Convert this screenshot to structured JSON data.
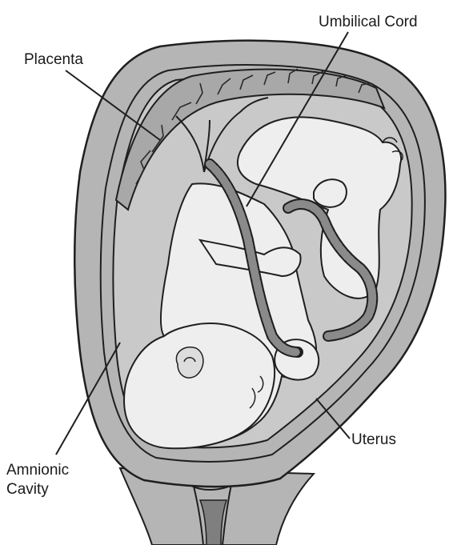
{
  "labels": {
    "umbilical_cord": "Umbilical Cord",
    "placenta": "Placenta",
    "uterus": "Uterus",
    "amnionic_cavity_line1": "Amnionic",
    "amnionic_cavity_line2": "Cavity"
  },
  "colors": {
    "uterine_wall": "#b5b5b5",
    "amnionic_fluid": "#c9c9c9",
    "fetus_skin": "#eeeeee",
    "outline": "#1f1f1f",
    "cord": "#8a8a8a"
  }
}
